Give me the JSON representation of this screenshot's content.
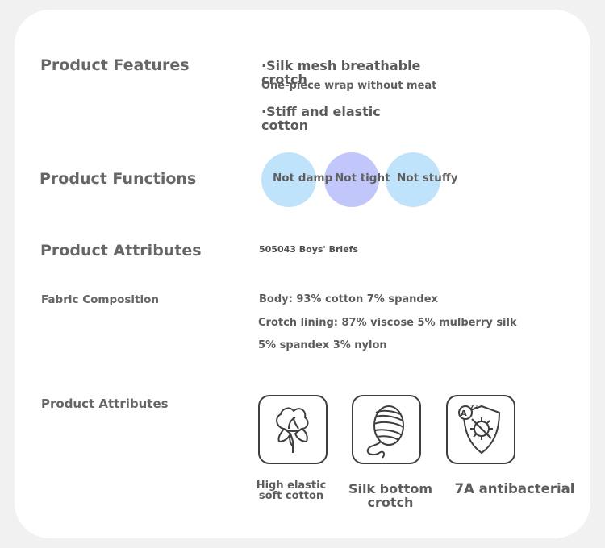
{
  "features": {
    "heading": "Product Features",
    "item1": "·Silk mesh breathable crotch",
    "item1_sub": "One-piece wrap without meat",
    "item2": "·Stiff and elastic cotton"
  },
  "functions": {
    "heading": "Product Functions",
    "items": [
      "Not damp",
      "Not tight",
      "Not stuffy"
    ],
    "colors": {
      "blue": "#bfe3fb",
      "purple": "#c1c7fb"
    }
  },
  "attributes": {
    "heading": "Product Attributes",
    "model": "505043 Boys' Briefs"
  },
  "fabric": {
    "label": "Fabric Composition",
    "line1": "Body: 93% cotton 7% spandex",
    "line2": "Crotch lining: 87% viscose 5% mulberry silk",
    "line3": "5% spandex 3% nylon"
  },
  "attributes2": {
    "heading": "Product Attributes",
    "icons": [
      {
        "icon": "cotton-flower-icon",
        "caption": "High elastic soft cotton"
      },
      {
        "icon": "silk-cocoon-icon",
        "caption": "Silk bottom crotch"
      },
      {
        "icon": "antibacterial-shield-icon",
        "caption": "7A antibacterial",
        "badge": "A 7+"
      }
    ]
  }
}
